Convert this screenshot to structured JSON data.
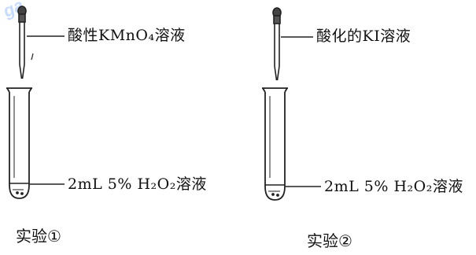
{
  "watermark": "ga",
  "experiments": [
    {
      "reagent_label": "酸性KMnO₄溶液",
      "solution_label": "2mL 5% H₂O₂溶液",
      "caption": "实验①"
    },
    {
      "reagent_label": "酸化的KI溶液",
      "solution_label": "2mL 5% H₂O₂溶液",
      "caption": "实验②"
    }
  ]
}
